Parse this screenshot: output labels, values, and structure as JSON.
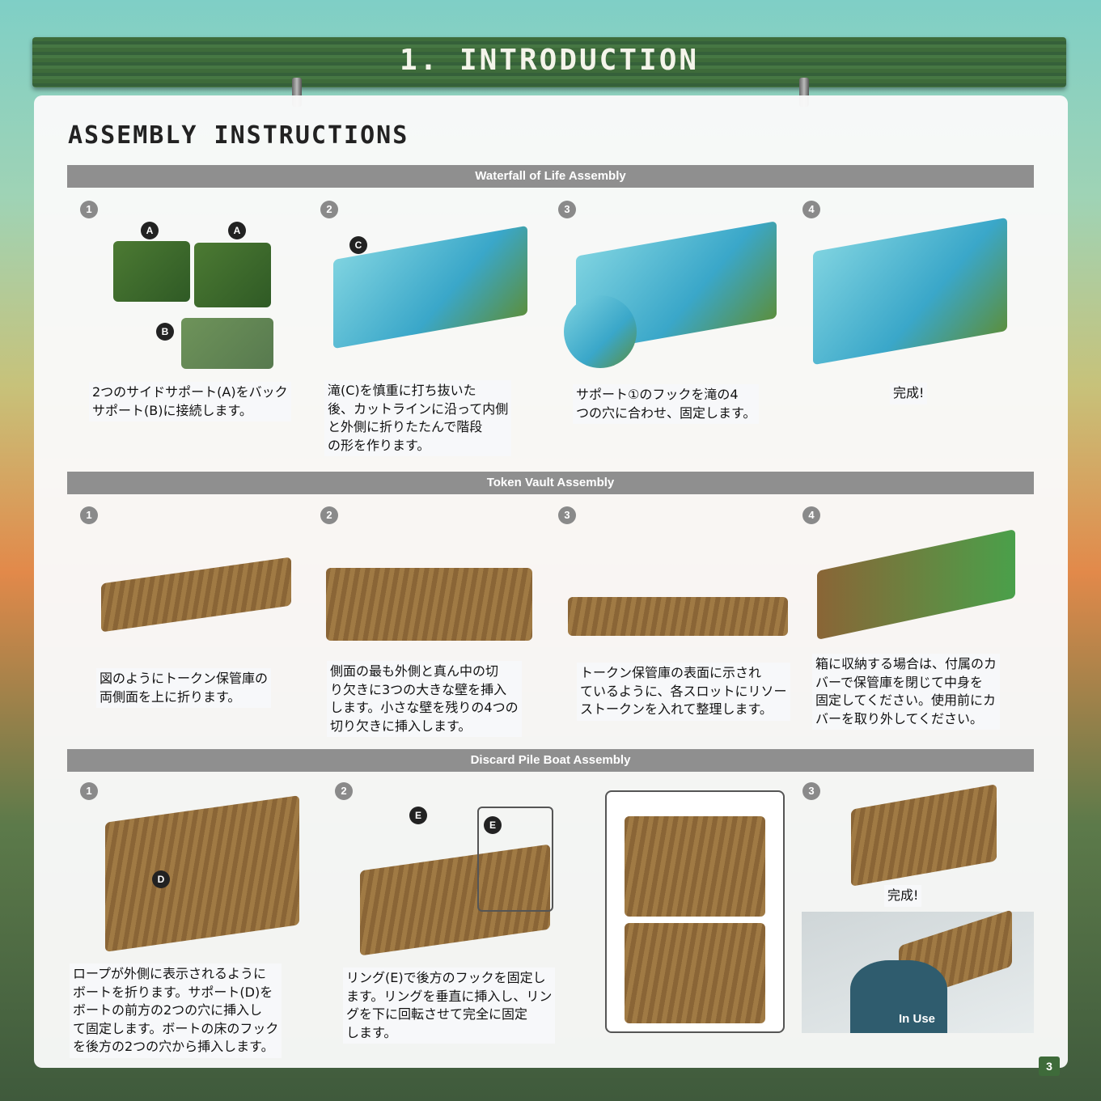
{
  "header": {
    "chapter_title": "1. INTRODUCTION"
  },
  "page_title": "ASSEMBLY INSTRUCTIONS",
  "sections": [
    {
      "title": "Waterfall of Life Assembly",
      "steps": [
        {
          "num": "1",
          "text": "2つのサイドサポート(A)をバック\nサポート(B)に接続します。"
        },
        {
          "num": "2",
          "text": "滝(C)を慎重に打ち抜いた\n後、カットラインに沿って内側\nと外側に折りたたんで階段\nの形を作ります。"
        },
        {
          "num": "3",
          "text": "サポート①のフックを滝の4\nつの穴に合わせ、固定します。"
        },
        {
          "num": "4",
          "text": "完成!"
        }
      ]
    },
    {
      "title": "Token Vault Assembly",
      "steps": [
        {
          "num": "1",
          "text": "図のようにトークン保管庫の\n両側面を上に折ります。"
        },
        {
          "num": "2",
          "text": "側面の最も外側と真ん中の切\nり欠きに3つの大きな壁を挿入\nします。小さな壁を残りの4つの\n切り欠きに挿入します。"
        },
        {
          "num": "3",
          "text": "トークン保管庫の表面に示され\nているように、各スロットにリソー\nストークンを入れて整理します。"
        },
        {
          "num": "4",
          "text": "箱に収納する場合は、付属のカ\nバーで保管庫を閉じて中身を\n固定してください。使用前にカ\nバーを取り外してください。"
        }
      ]
    },
    {
      "title": "Discard Pile Boat Assembly",
      "steps": [
        {
          "num": "1",
          "text": "ロープが外側に表示されるように\nボートを折ります。サポート(D)を\nボートの前方の2つの穴に挿入し\nて固定します。ボートの床のフック\nを後方の2つの穴から挿入します。"
        },
        {
          "num": "2",
          "text": "リング(E)で後方のフックを固定し\nます。リングを垂直に挿入し、リン\nグを下に回転させて完全に固定\nします。"
        },
        {
          "num": "3",
          "text": "完成!"
        }
      ]
    }
  ],
  "part_labels": {
    "a": "A",
    "b": "B",
    "c": "C",
    "d": "D",
    "e": "E"
  },
  "in_use_label": "In Use",
  "page_number": "3"
}
